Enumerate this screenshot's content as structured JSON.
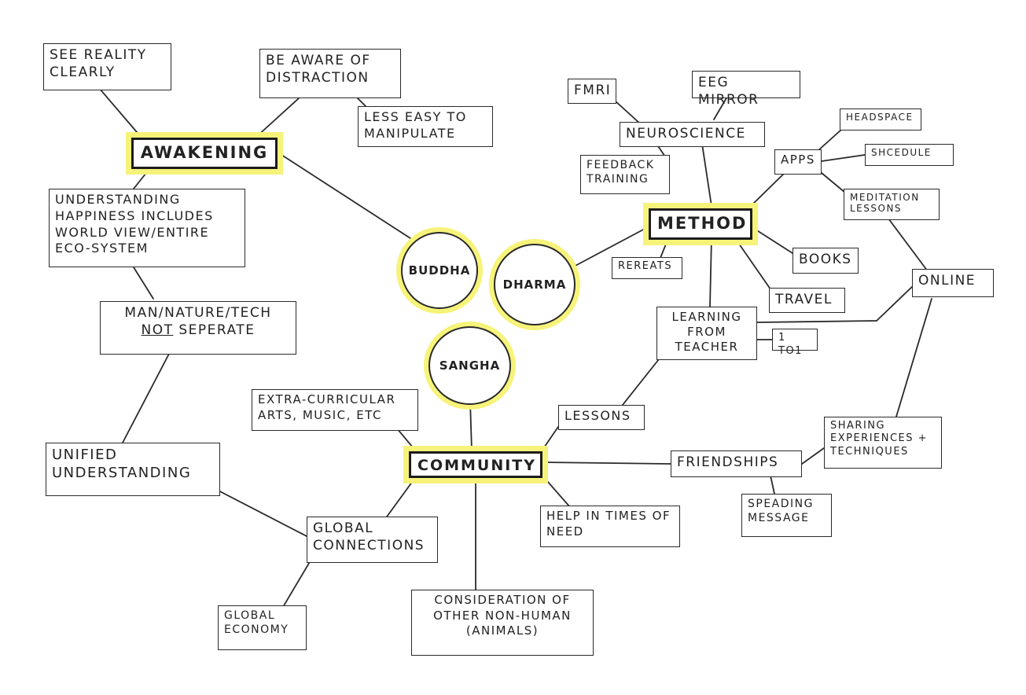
{
  "hubs": {
    "awakening": "AWAKENING",
    "method": "METHOD",
    "community": "COMMUNITY"
  },
  "circles": {
    "buddha": "BUDDHA",
    "dharma": "DHARMA",
    "sangha": "SANGHA"
  },
  "awakening": {
    "see_reality": "SEE REALITY CLEARLY",
    "be_aware": "BE AWARE OF DISTRACTION",
    "less_easy": "LESS EASY TO MANIPULATE",
    "understanding": "UNDERSTANDING HAPPINESS INCLUDES WORLD VIEW/ENTIRE ECO-SYSTEM",
    "man_nature_1": "MAN/NATURE/TECH",
    "man_nature_not": "NOT",
    "man_nature_2": "SEPERATE",
    "unified": "UNIFIED UNDERSTANDING"
  },
  "method": {
    "fmri": "FMRI",
    "eeg": "EEG MIRROR",
    "neuroscience": "NEUROSCIENCE",
    "feedback": "FEEDBACK TRAINING",
    "headspace": "HEADSPACE",
    "apps": "APPS",
    "schedule": "SHCEDULE",
    "meditation": "MEDITATION LESSONS",
    "retreats": "REREATS",
    "books": "BOOKS",
    "travel": "TRAVEL",
    "learning": "LEARNING FROM TEACHER",
    "one_to_one": "1 TO1",
    "online": "ONLINE"
  },
  "community": {
    "extra": "EXTRA-CURRICULAR ARTS, MUSIC, ETC",
    "lessons": "LESSONS",
    "sharing": "SHARING EXPERIENCES + TECHNIQUES",
    "friendships": "FRIENDSHIPS",
    "speading": "SPEADING MESSAGE",
    "help": "HELP IN TIMES OF NEED",
    "global_conn": "GLOBAL CONNECTIONS",
    "global_econ": "GLOBAL ECONOMY",
    "consideration": "CONSIDERATION OF OTHER NON-HUMAN (ANIMALS)"
  },
  "colors": {
    "highlight": "#f6f37a",
    "ink": "#2a2a2a",
    "paper": "#ffffff"
  }
}
